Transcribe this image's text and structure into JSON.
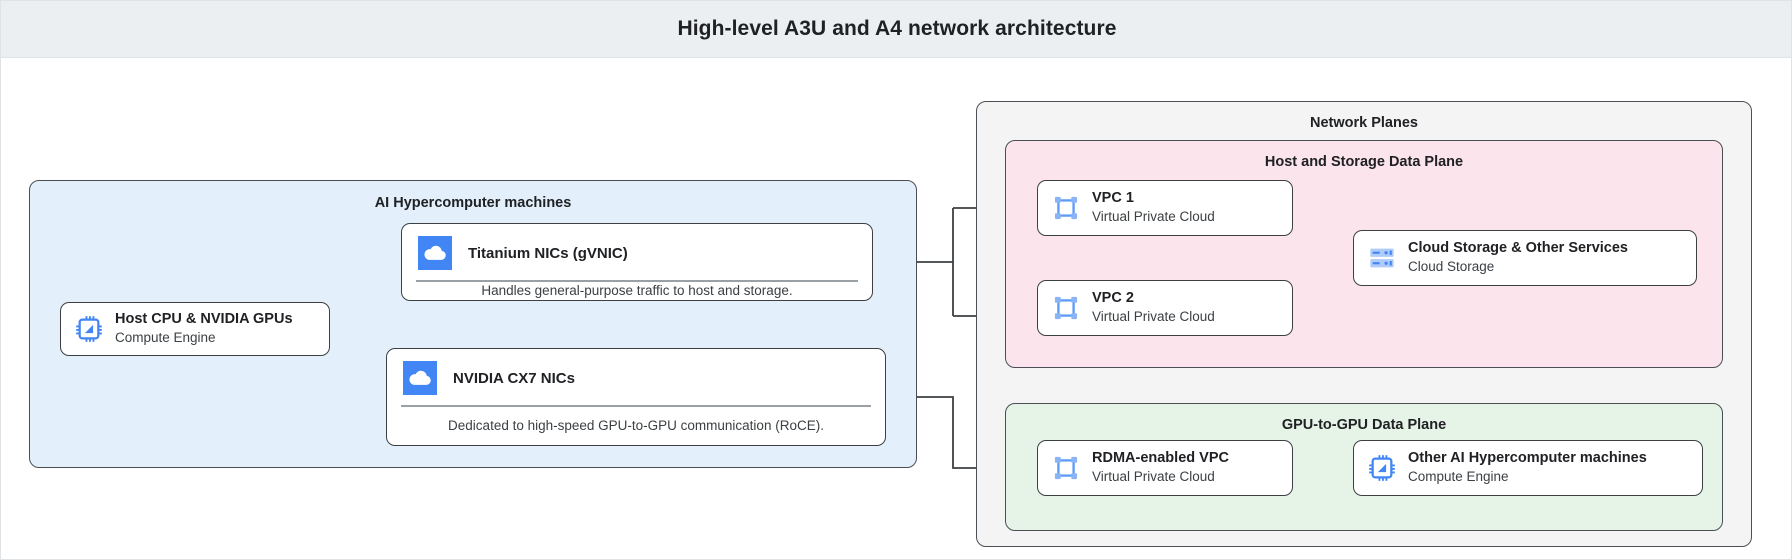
{
  "header": {
    "title": "High-level A3U and A4 network architecture"
  },
  "groups": {
    "ai_machines": {
      "label": "AI Hypercomputer machines",
      "color": "#e3f0fb"
    },
    "network_planes": {
      "label": "Network Planes",
      "color": "#f4f4f4"
    },
    "host_storage_plane": {
      "label": "Host and Storage Data Plane",
      "color": "#fbe4ec"
    },
    "gpu_plane": {
      "label": "GPU-to-GPU Data Plane",
      "color": "#e6f4e8"
    }
  },
  "nodes": {
    "host_cpu": {
      "title": "Host CPU & NVIDIA GPUs",
      "subtitle": "Compute Engine",
      "icon": "cpu-chip-icon"
    },
    "titanium": {
      "title": "Titanium NICs (gVNIC)",
      "description": "Handles general-purpose traffic to host and storage.",
      "icon": "cloud-icon"
    },
    "cx7": {
      "title": "NVIDIA CX7 NICs",
      "description": "Dedicated to high-speed GPU-to-GPU communication (RoCE).",
      "icon": "cloud-icon"
    },
    "vpc1": {
      "title": "VPC 1",
      "subtitle": "Virtual Private Cloud",
      "icon": "vpc-icon"
    },
    "vpc2": {
      "title": "VPC 2",
      "subtitle": "Virtual Private Cloud",
      "icon": "vpc-icon"
    },
    "cloud_storage": {
      "title": "Cloud Storage & Other Services",
      "subtitle": "Cloud Storage",
      "icon": "storage-rack-icon"
    },
    "rdma_vpc": {
      "title": "RDMA-enabled VPC",
      "subtitle": "Virtual Private Cloud",
      "icon": "vpc-icon"
    },
    "other_machines": {
      "title": "Other AI Hypercomputer machines",
      "subtitle": "Compute Engine",
      "icon": "cpu-chip-icon"
    }
  },
  "colors": {
    "header_bg": "#eceff1",
    "node_border": "#3c4043",
    "icon_blue": "#4285f4",
    "icon_blue_light": "#8ab4f8",
    "connector": "#3c4043"
  }
}
